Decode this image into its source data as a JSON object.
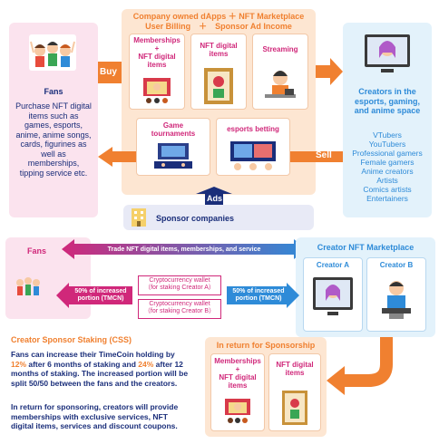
{
  "top": {
    "header_line1": "Company owned dApps ＋ NFT Marketplace",
    "header_line2": "User Billing　＋　Sponsor  Ad Income",
    "buy_label": "Buy",
    "sell_label": "Sell",
    "ads_label": "Ads",
    "cards": {
      "memberships": "Memberships\n+\nNFT digital\nitems",
      "nft_digital": "NFT digital\nitems",
      "streaming": "Streaming",
      "game_tournaments": "Game\ntournaments",
      "esports_betting": "esports betting"
    },
    "sponsor_companies": "Sponsor companies"
  },
  "fans_panel": {
    "title": "Fans",
    "description": "Purchase NFT digital items such as games, esports, anime, anime songs, cards, figurines as well as memberships, tipping service etc."
  },
  "creators_panel": {
    "title": "Creators in the esports, gaming, and anime space",
    "list": [
      "VTubers",
      "YouTubers",
      "Professional gamers",
      "Female gamers",
      "Anime creators",
      "Artists",
      "Comics artists",
      "Entertainers"
    ]
  },
  "middle": {
    "fans_label": "Fans",
    "trade_label": "Trade NFT digital items, memberships, and service",
    "marketplace_title": "Creator NFT Marketplace",
    "creator_a": "Creator A",
    "creator_b": "Creator B",
    "left_increase": "50% of increased portion (TMCN)",
    "right_increase": "50% of increased portion (TMCN)",
    "wallet_a": "Cryptocurrency wallet\n（for staking Creator A）",
    "wallet_b": "Cryptocurrency wallet\n（for staking Creator B）"
  },
  "bottom": {
    "css_title": "Creator Sponsor Staking (CSS)",
    "para1_a": "Fans can increase their TimeCoin holding by ",
    "para1_p12": "12%",
    "para1_b": " after 6 months of staking and ",
    "para1_p24": "24%",
    "para1_c": " after 12 months of staking. The increased portion will be split 50/50 between the fans and the creators.",
    "para2": "In return for sponsoring, creators will provide memberships with exclusive services, NFT digital items, services and discount coupons.",
    "return_title": "In return for Sponsorship",
    "return_memberships": "Memberships\n+\nNFT digital\nitems",
    "return_nft": "NFT digital\nitems"
  },
  "colors": {
    "orange": "#f08030",
    "blue": "#2e8bd8",
    "navy": "#1a2e7a",
    "magenta": "#d0287a",
    "pink_bg": "#fbe3ee",
    "blue_bg": "#e3f2fb",
    "peach_bg": "#fde6d2"
  }
}
